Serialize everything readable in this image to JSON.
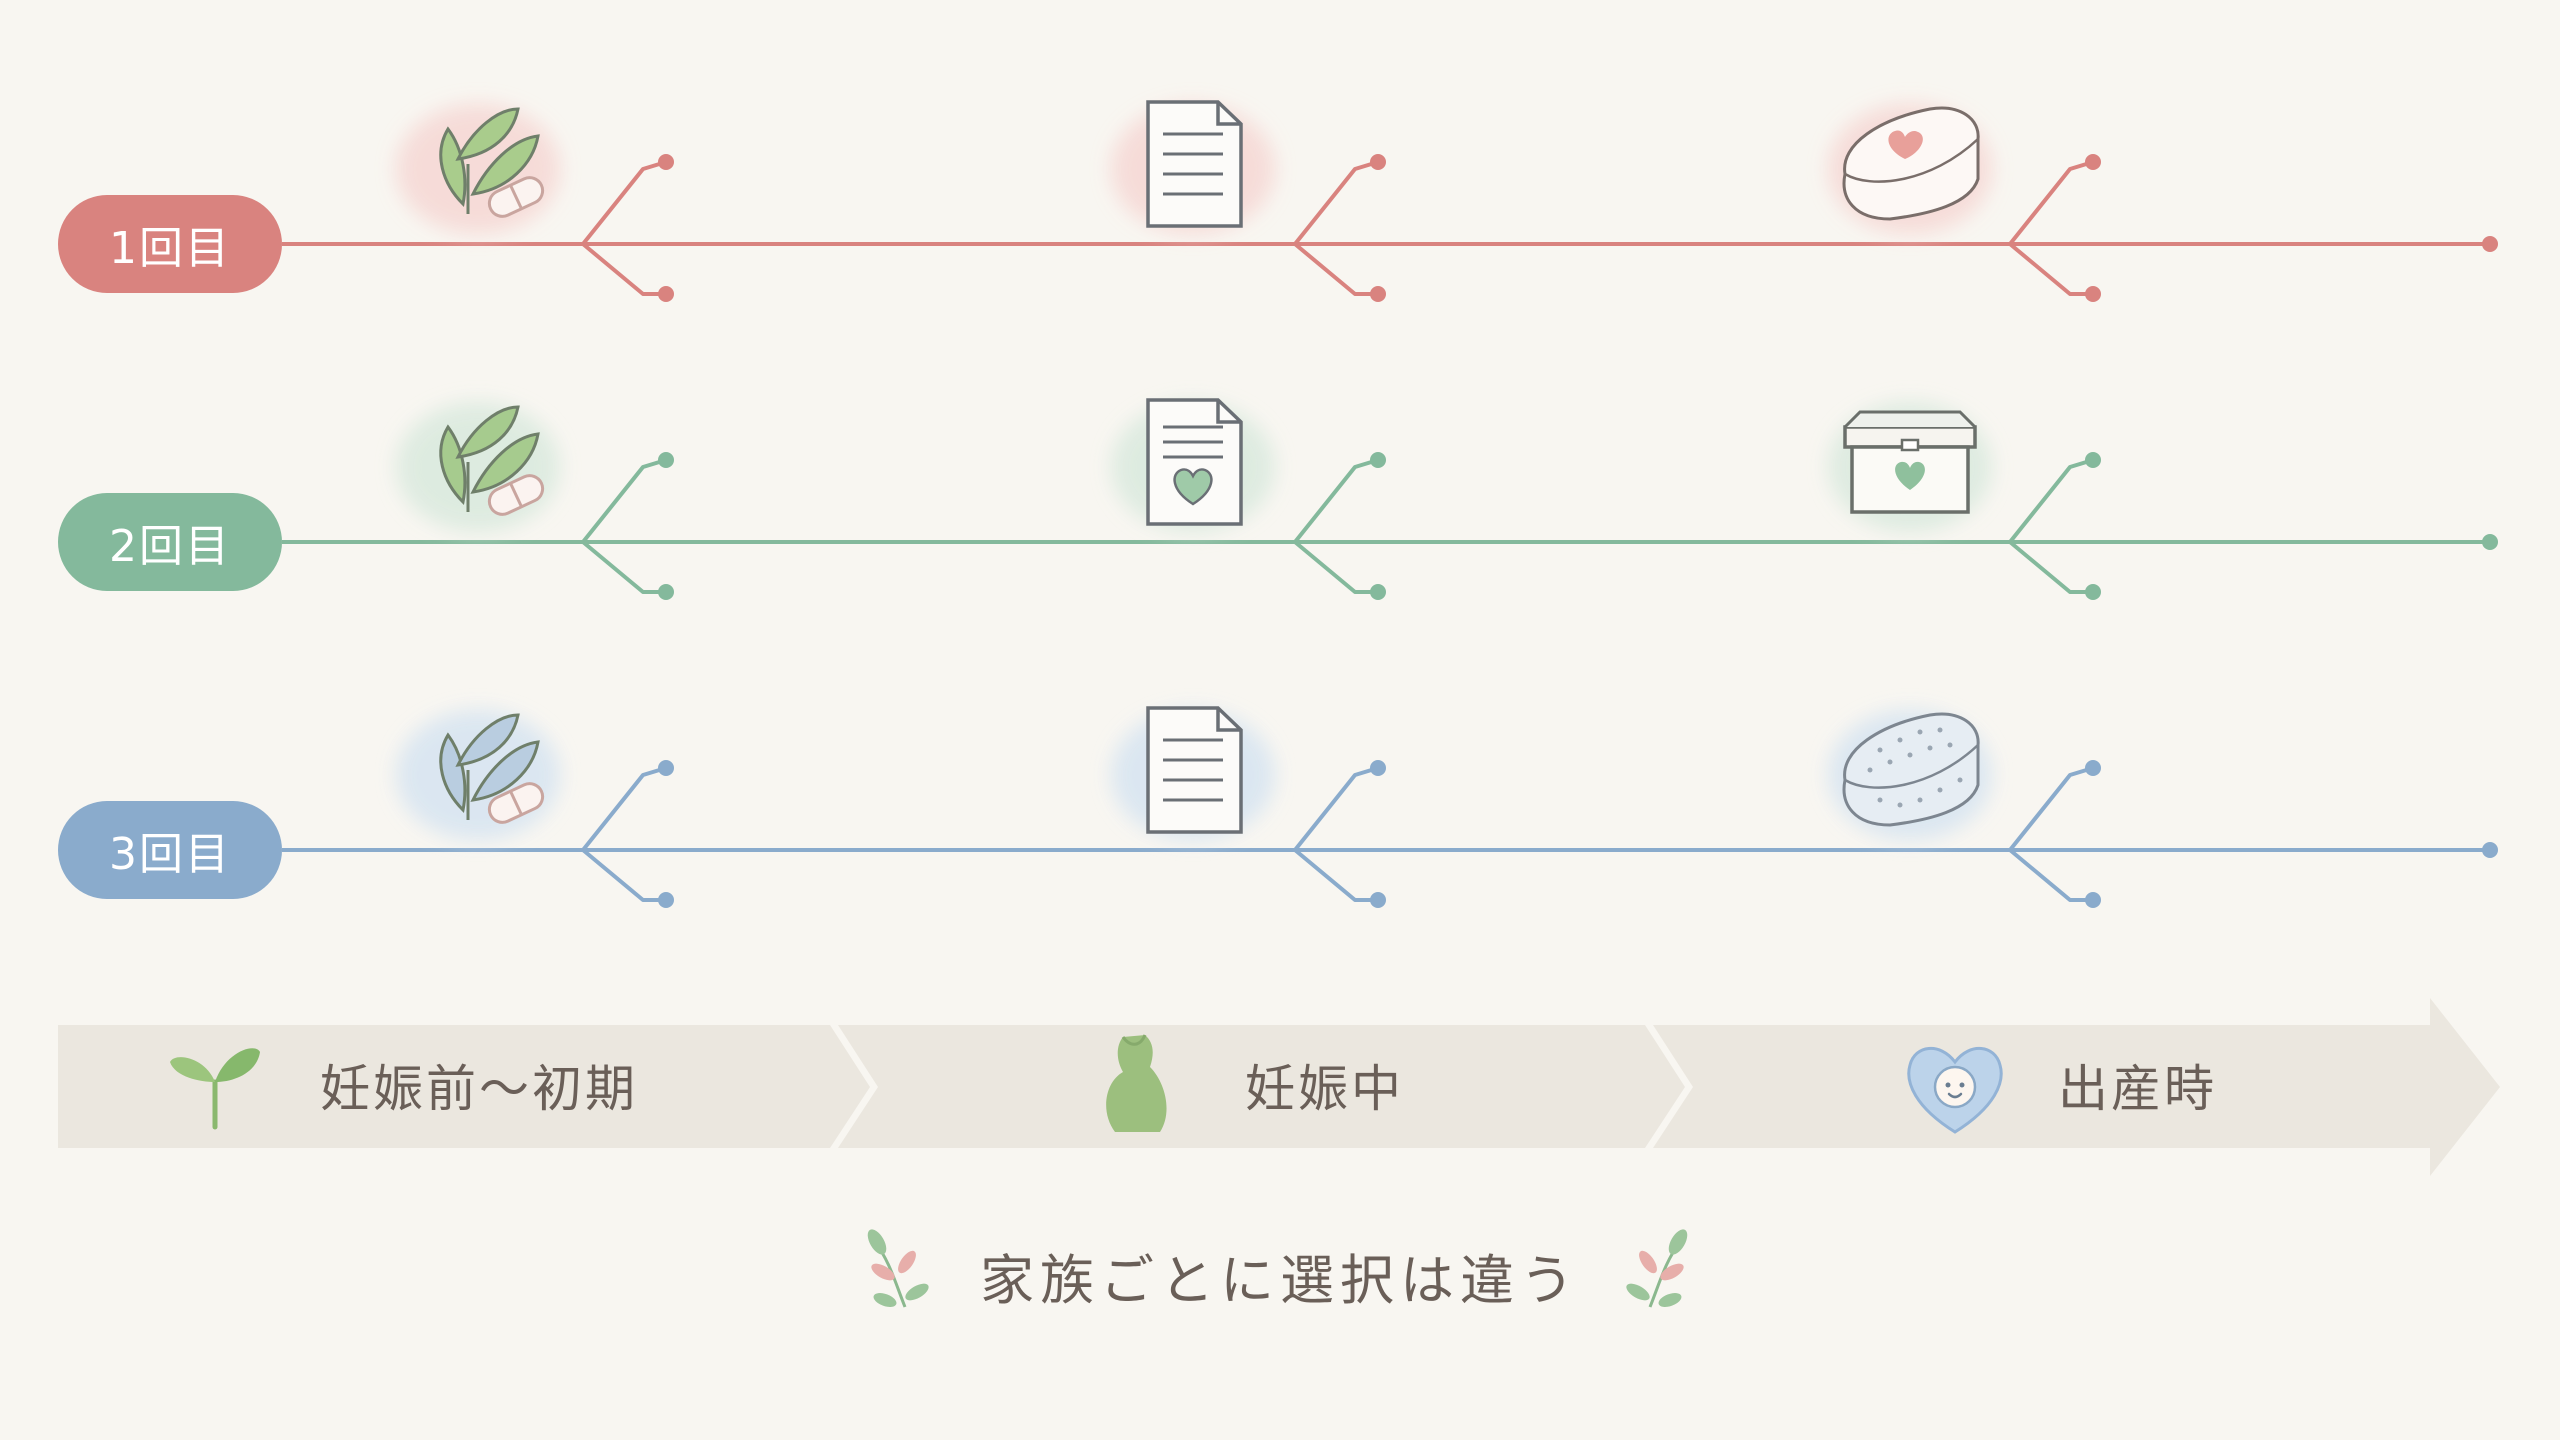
{
  "lanes": [
    {
      "label": "1回目",
      "color": "#d9837f",
      "soft": "#f6d9d6"
    },
    {
      "label": "2回目",
      "color": "#84b99c",
      "soft": "#dbeadf"
    },
    {
      "label": "3回目",
      "color": "#8aabcc",
      "soft": "#d8e5f1"
    }
  ],
  "stages": [
    {
      "label": "妊娠前〜初期",
      "icon": "sprout-icon"
    },
    {
      "label": "妊娠中",
      "icon": "maternity-silhouette-icon"
    },
    {
      "label": "出産時",
      "icon": "baby-heart-icon"
    }
  ],
  "lane_icons": [
    [
      "leaf-capsule-icon",
      "document-icon",
      "towel-heart-icon"
    ],
    [
      "leaf-capsule-icon",
      "document-heart-icon",
      "box-heart-icon"
    ],
    [
      "leaf-capsule-icon",
      "document-icon",
      "blanket-icon"
    ]
  ],
  "footer": {
    "text": "家族ごとに選択は違う"
  },
  "colors": {
    "background": "#f8f6f1",
    "band": "#ebe7df",
    "text": "#6a5f58"
  }
}
